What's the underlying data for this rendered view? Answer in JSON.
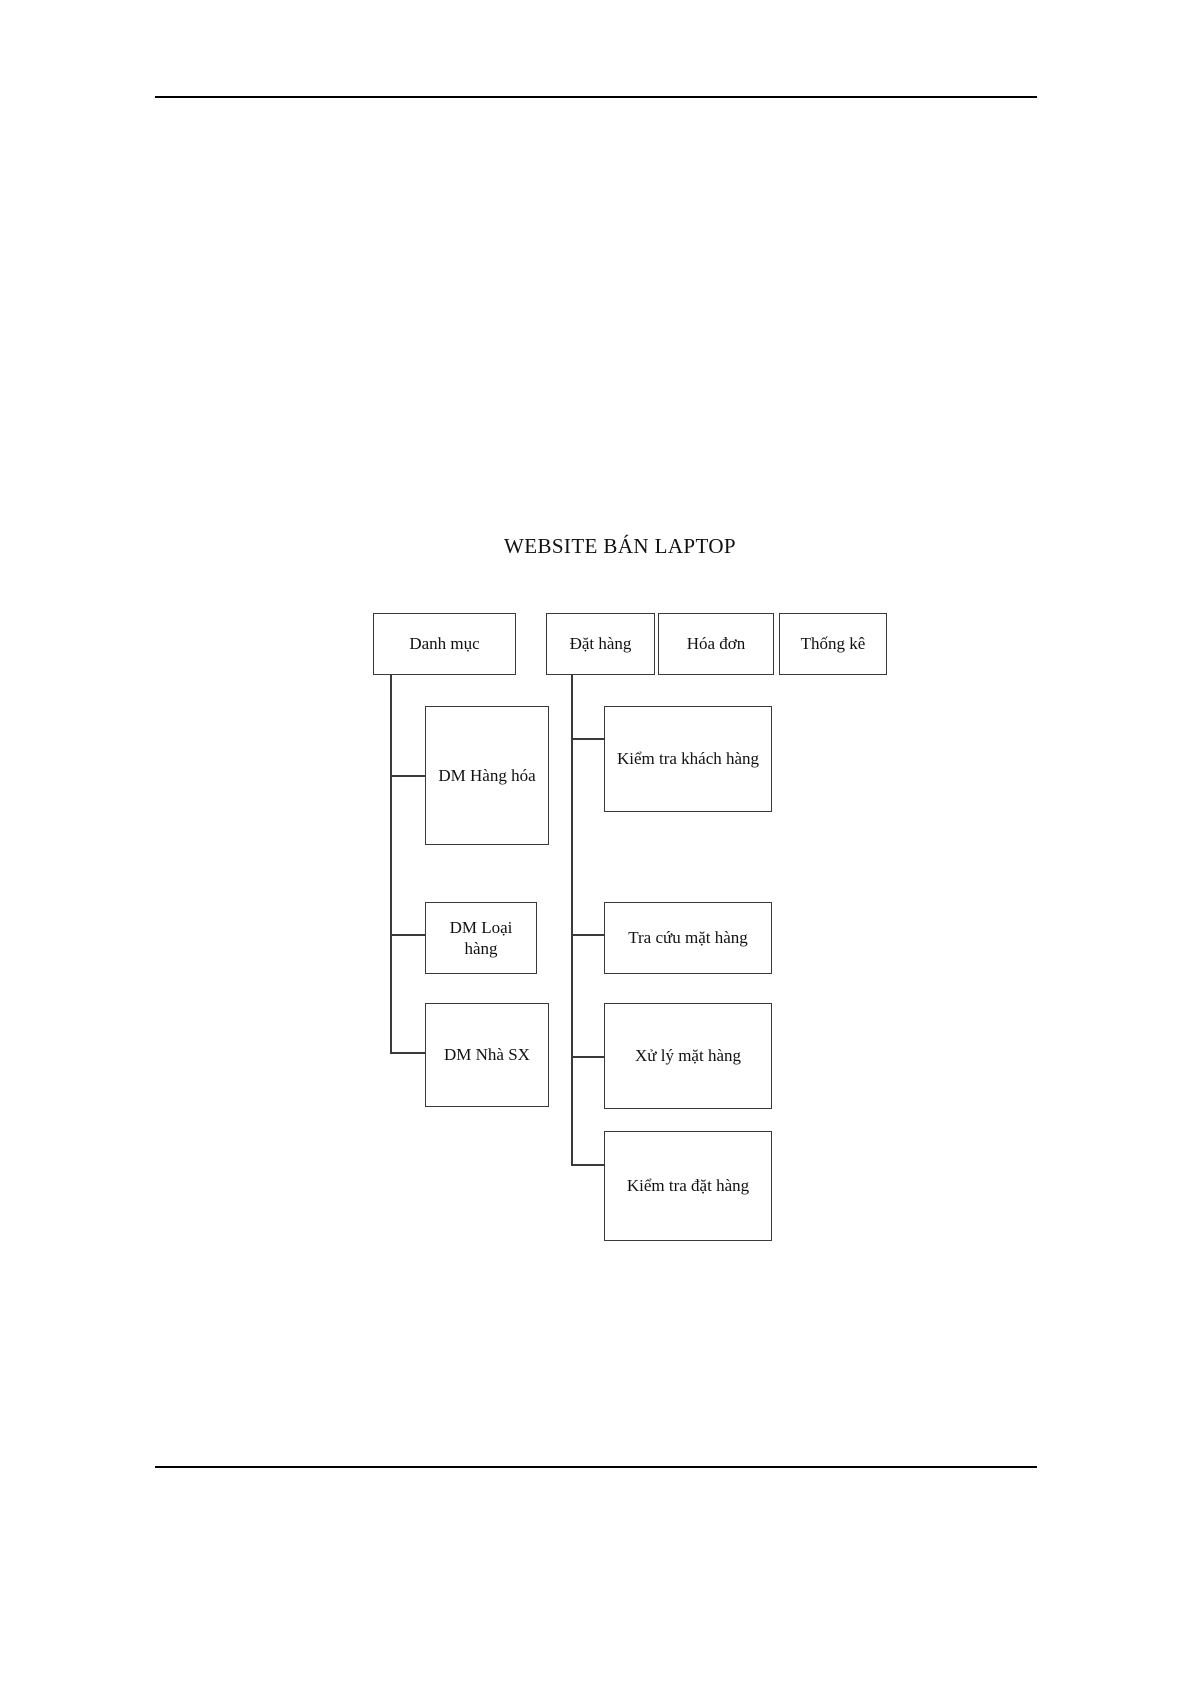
{
  "document": {
    "header_rule": "",
    "footer_rule": ""
  },
  "diagram": {
    "title": "WEBSITE BÁN LAPTOP",
    "type": "tree",
    "root_level": [
      {
        "id": "danh-muc",
        "label": "Danh mục"
      },
      {
        "id": "dat-hang",
        "label": "Đặt hàng"
      },
      {
        "id": "hoa-don",
        "label": "Hóa đơn"
      },
      {
        "id": "thong-ke",
        "label": "Thống kê"
      }
    ],
    "branches": [
      {
        "parent": "danh-muc",
        "children": [
          {
            "id": "dm-hang-hoa",
            "label": "DM Hàng hóa"
          },
          {
            "id": "dm-loai-hang",
            "label": "DM Loại hàng"
          },
          {
            "id": "dm-nha-sx",
            "label": "DM Nhà SX"
          }
        ]
      },
      {
        "parent": "dat-hang",
        "children": [
          {
            "id": "kiem-tra-khach-hang",
            "label": "Kiểm tra khách hàng"
          },
          {
            "id": "tra-cuu-mat-hang",
            "label": "Tra cứu mặt hàng"
          },
          {
            "id": "xu-ly-mat-hang",
            "label": "Xử lý mặt hàng"
          },
          {
            "id": "kiem-tra-dat-hang",
            "label": "Kiểm tra đặt hàng"
          }
        ]
      },
      {
        "parent": "hoa-don",
        "children": []
      },
      {
        "parent": "thong-ke",
        "children": []
      }
    ],
    "colors": {
      "line": "#3a3a3a",
      "text": "#111111",
      "background": "#ffffff",
      "rule": "#000000"
    }
  }
}
